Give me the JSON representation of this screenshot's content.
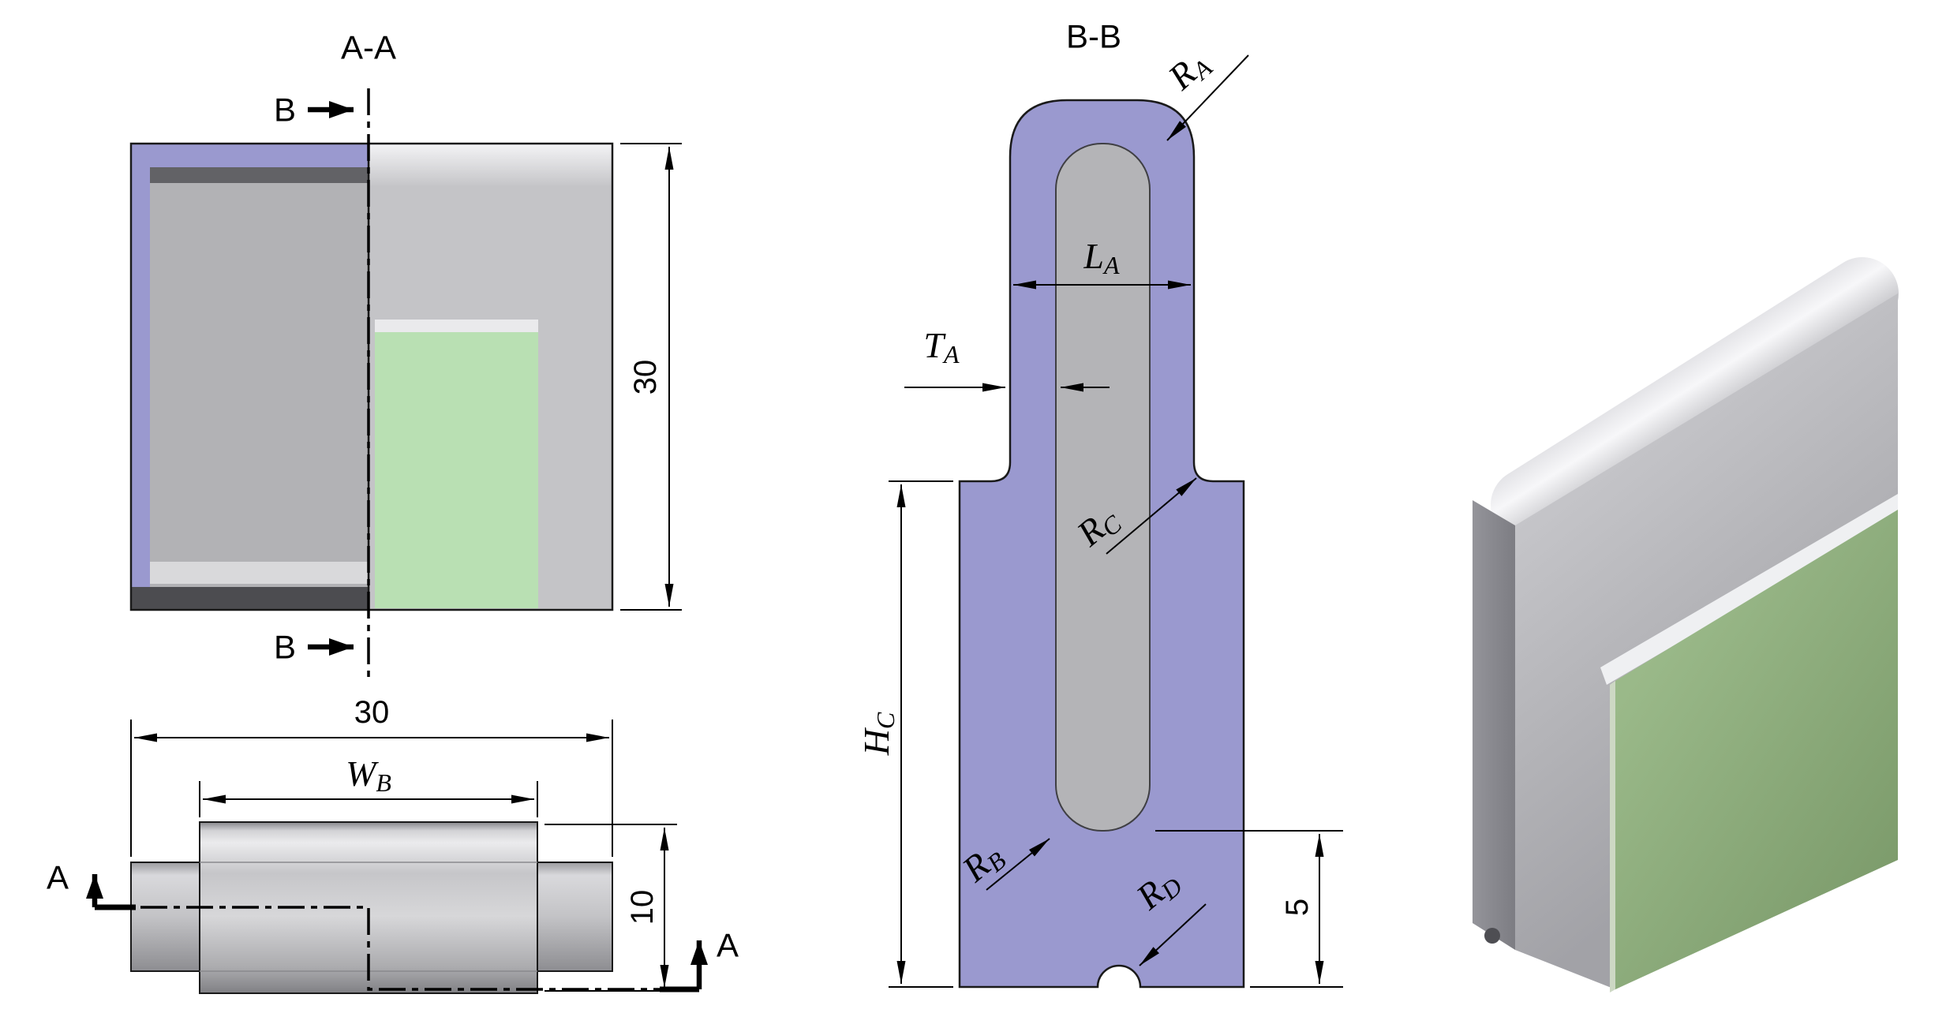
{
  "colors": {
    "section_fill": "#9a99cf",
    "green_2d": "#b9e0b3",
    "green_3d": "#8fae7c",
    "gray_part": "#c4c4c7"
  },
  "section_aa": {
    "title": "A-A",
    "cut_arrow_label": "B",
    "dim_height": "30"
  },
  "plan": {
    "dim_width": "30",
    "dim_wb": {
      "base": "W",
      "sub": "B"
    },
    "dim_depth": "10",
    "cut_arrow_label": "A"
  },
  "section_bb": {
    "title": "B-B",
    "dim_ra": {
      "base": "R",
      "sub": "A"
    },
    "dim_la": {
      "base": "L",
      "sub": "A"
    },
    "dim_ta": {
      "base": "T",
      "sub": "A"
    },
    "dim_rc": {
      "base": "R",
      "sub": "C"
    },
    "dim_hc": {
      "base": "H",
      "sub": "C"
    },
    "dim_rb": {
      "base": "R",
      "sub": "B"
    },
    "dim_rd": {
      "base": "R",
      "sub": "D"
    },
    "dim_offset": "5"
  }
}
